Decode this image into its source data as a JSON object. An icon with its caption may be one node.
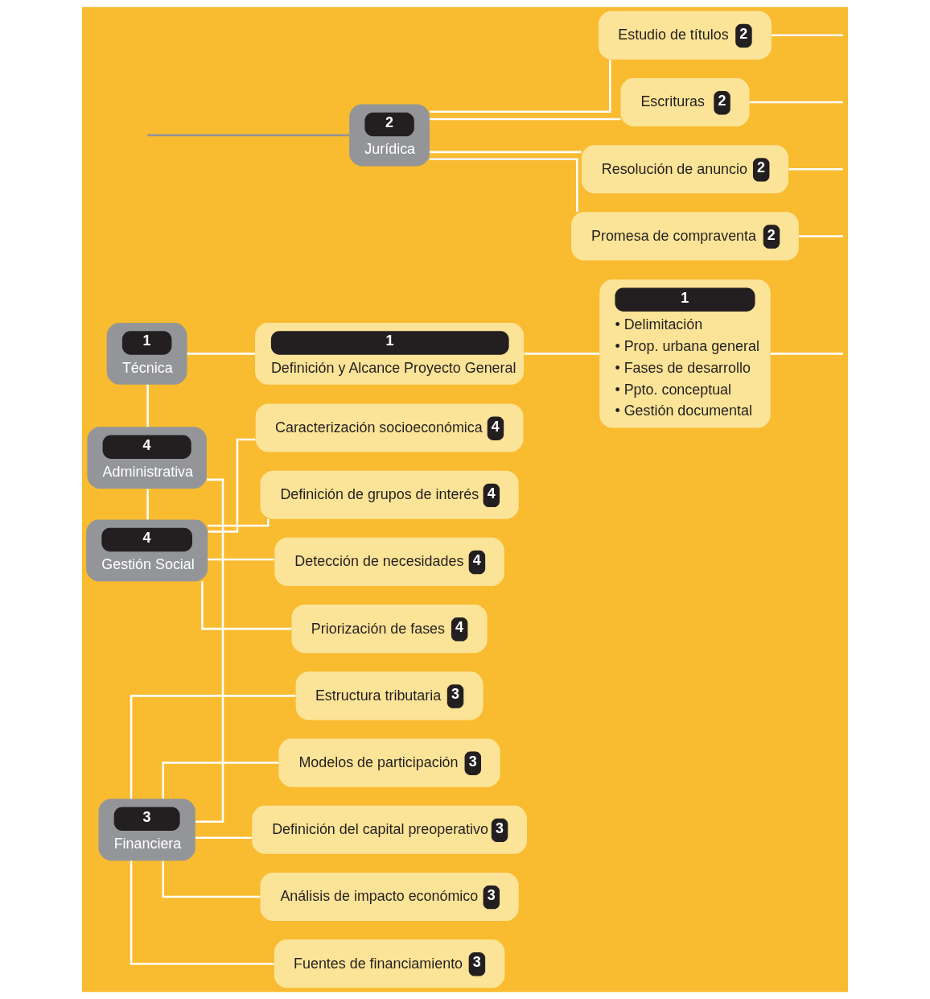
{
  "diagram": {
    "nodes": [
      {
        "text": [
          "1",
          "Técnica"
        ]
      },
      {
        "text": [
          "1",
          "Definición y Alcance Proyecto General"
        ]
      },
      {
        "text": [
          "1",
          "• Delimitación",
          "• Prop. urbana general",
          "• Fases de desarrollo",
          "• Ppto. conceptual",
          "• Gestión documental"
        ]
      },
      {
        "text": [
          "2",
          "Jurídica"
        ]
      },
      {
        "text": [
          "Estudio de títulos",
          "2"
        ]
      },
      {
        "text": [
          "Escrituras",
          "2"
        ]
      },
      {
        "text": [
          "Resolución de anuncio",
          "2"
        ]
      },
      {
        "text": [
          "Promesa de compraventa",
          "2"
        ]
      },
      {
        "text": [
          "3",
          "Financiera"
        ]
      },
      {
        "text": [
          "Estructura tributaria",
          "3"
        ]
      },
      {
        "text": [
          "Modelos de participación",
          "3"
        ]
      },
      {
        "text": [
          "Definición del capital preoperativo",
          "3"
        ]
      },
      {
        "text": [
          "Análisis de impacto económico",
          "3"
        ]
      },
      {
        "text": [
          "Fuentes de financiamiento",
          "3"
        ]
      },
      {
        "text": [
          "4",
          "Administrativa"
        ]
      },
      {
        "text": [
          "4",
          "Gestión Social"
        ]
      },
      {
        "text": [
          "Caracterización socioeconómica",
          "4"
        ]
      },
      {
        "text": [
          "Definición de grupos de interés",
          "4"
        ]
      },
      {
        "text": [
          "Detección de necesidades",
          "4"
        ]
      },
      {
        "text": [
          "Priorización de fases",
          "4"
        ]
      }
    ],
    "edges": [
      {
        "from": 0,
        "to": 1,
        "arrow": "none"
      },
      {
        "from": 1,
        "to": 2,
        "arrow": "none"
      },
      {
        "from": 2,
        "to": null,
        "arrow": "none"
      },
      {
        "from": null,
        "to": 3,
        "arrow": "none",
        "color": "#939598"
      },
      {
        "from": 0,
        "to": 14,
        "arrow": "none"
      },
      {
        "from": 3,
        "to": 4,
        "arrow": "none"
      },
      {
        "from": 3,
        "to": 5,
        "arrow": "none"
      },
      {
        "from": 3,
        "to": 6,
        "arrow": "none"
      },
      {
        "from": 3,
        "to": 7,
        "arrow": "none"
      },
      {
        "from": 4,
        "to": null,
        "arrow": "none"
      },
      {
        "from": 5,
        "to": null,
        "arrow": "none"
      },
      {
        "from": 6,
        "to": null,
        "arrow": "none"
      },
      {
        "from": 7,
        "to": null,
        "arrow": "none"
      },
      {
        "from": 8,
        "to": 9,
        "arrow": "none"
      },
      {
        "from": 8,
        "to": 10,
        "arrow": "none"
      },
      {
        "from": 8,
        "to": 11,
        "arrow": "none"
      },
      {
        "from": 8,
        "to": 12,
        "arrow": "none"
      },
      {
        "from": 8,
        "to": 13,
        "arrow": "none"
      },
      {
        "from": 8,
        "to": 14,
        "arrow": "none"
      },
      {
        "from": 14,
        "to": 15,
        "arrow": "none"
      },
      {
        "from": 15,
        "to": 16,
        "arrow": "none"
      },
      {
        "from": 15,
        "to": 17,
        "arrow": "none"
      },
      {
        "from": 15,
        "to": 18,
        "arrow": "none"
      },
      {
        "from": 15,
        "to": 19,
        "arrow": "none"
      }
    ]
  }
}
